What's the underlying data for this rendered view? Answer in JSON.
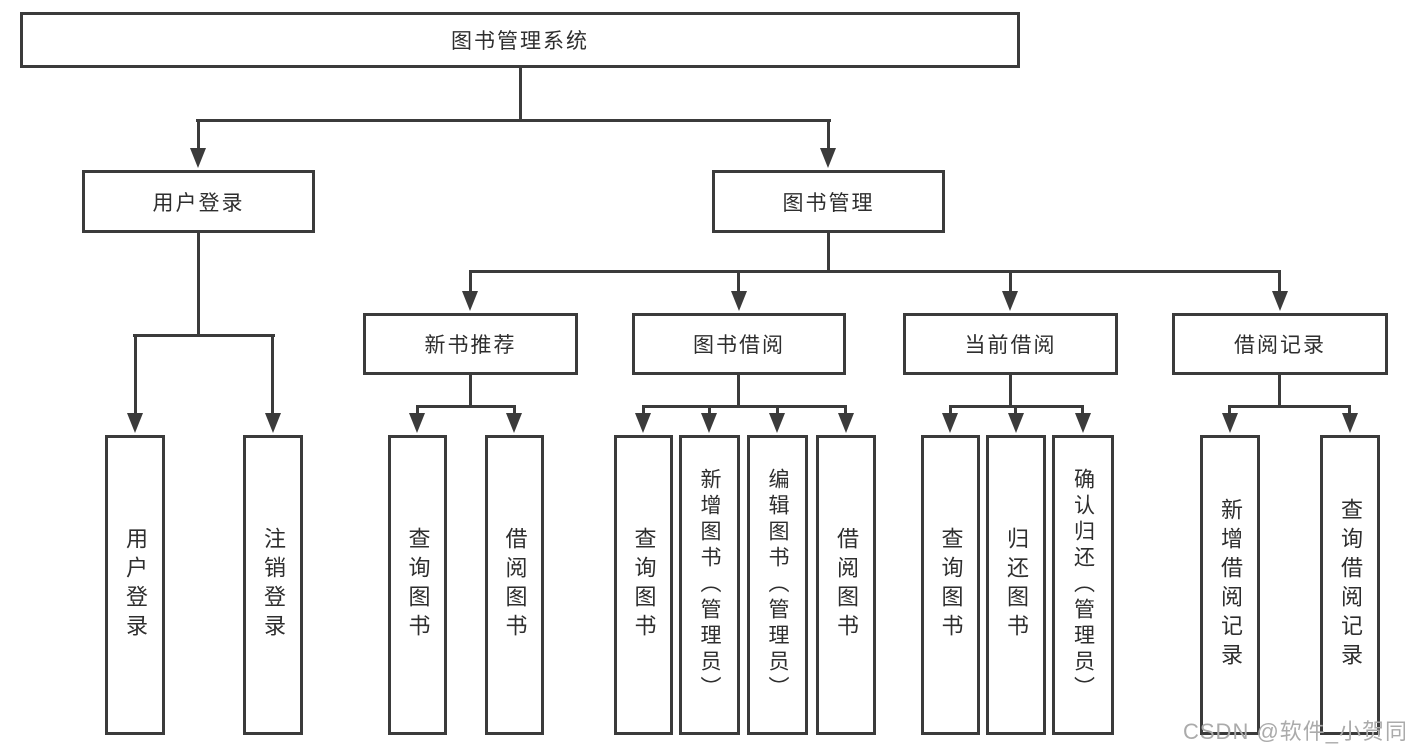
{
  "diagram": {
    "root": {
      "label": "图书管理系统"
    },
    "branches": [
      {
        "label": "用户登录",
        "children": [
          {
            "label": "用户登录"
          },
          {
            "label": "注销登录"
          }
        ]
      },
      {
        "label": "图书管理",
        "children": [
          {
            "label": "新书推荐",
            "children": [
              {
                "label": "查询图书"
              },
              {
                "label": "借阅图书"
              }
            ]
          },
          {
            "label": "图书借阅",
            "children": [
              {
                "label": "查询图书"
              },
              {
                "label": "新增图书（管理员）"
              },
              {
                "label": "编辑图书（管理员）"
              },
              {
                "label": "借阅图书"
              }
            ]
          },
          {
            "label": "当前借阅",
            "children": [
              {
                "label": "查询图书"
              },
              {
                "label": "归还图书"
              },
              {
                "label": "确认归还（管理员）"
              }
            ]
          },
          {
            "label": "借阅记录",
            "children": [
              {
                "label": "新增借阅记录"
              },
              {
                "label": "查询借阅记录"
              }
            ]
          }
        ]
      }
    ]
  },
  "watermark": {
    "text": "CSDN @软件_小贺同学"
  },
  "colors": {
    "line": "#3b3b3b",
    "text": "#2e2e2e",
    "watermark": "#ababab",
    "background": "#ffffff"
  }
}
